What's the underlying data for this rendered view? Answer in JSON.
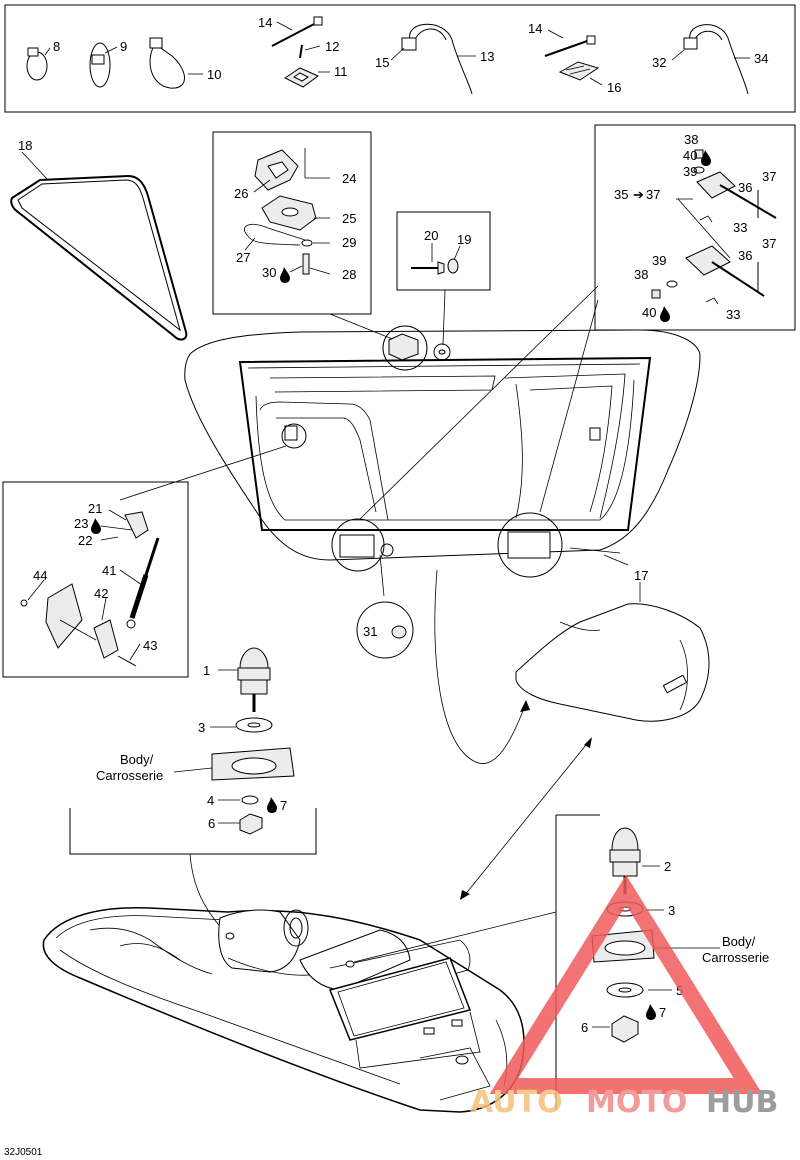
{
  "diagram_code": "32J0501",
  "body_label_line1": "Body/",
  "body_label_line2": "Carrosserie",
  "watermark": {
    "text_a": "AUTO",
    "text_b": "MOTO",
    "text_c": "HUB",
    "color_a": "#f5c07a",
    "color_b": "#f08a8a",
    "color_c": "#8c8c8c",
    "triangle_color": "#f05a5a"
  },
  "callouts": {
    "c1": "1",
    "c2": "2",
    "c3": "3",
    "c3b": "3",
    "c4": "4",
    "c5": "5",
    "c6": "6",
    "c6b": "6",
    "c7": "7",
    "c7b": "7",
    "c8": "8",
    "c9": "9",
    "c10": "10",
    "c11": "11",
    "c12": "12",
    "c13": "13",
    "c14": "14",
    "c14b": "14",
    "c15": "15",
    "c16": "16",
    "c17": "17",
    "c18": "18",
    "c19": "19",
    "c20": "20",
    "c21": "21",
    "c22": "22",
    "c23": "23",
    "c24": "24",
    "c25": "25",
    "c26": "26",
    "c27": "27",
    "c28": "28",
    "c29": "29",
    "c30": "30",
    "c31": "31",
    "c32": "32",
    "c33": "33",
    "c33b": "33",
    "c34": "34",
    "c35": "35",
    "c35to37_arrow": "➔",
    "c37": "37",
    "c36": "36",
    "c36b": "36",
    "c37a": "37",
    "c37b": "37",
    "c38": "38",
    "c38b": "38",
    "c39": "39",
    "c39b": "39",
    "c40": "40",
    "c40b": "40",
    "c41": "41",
    "c42": "42",
    "c43": "43",
    "c44": "44"
  }
}
